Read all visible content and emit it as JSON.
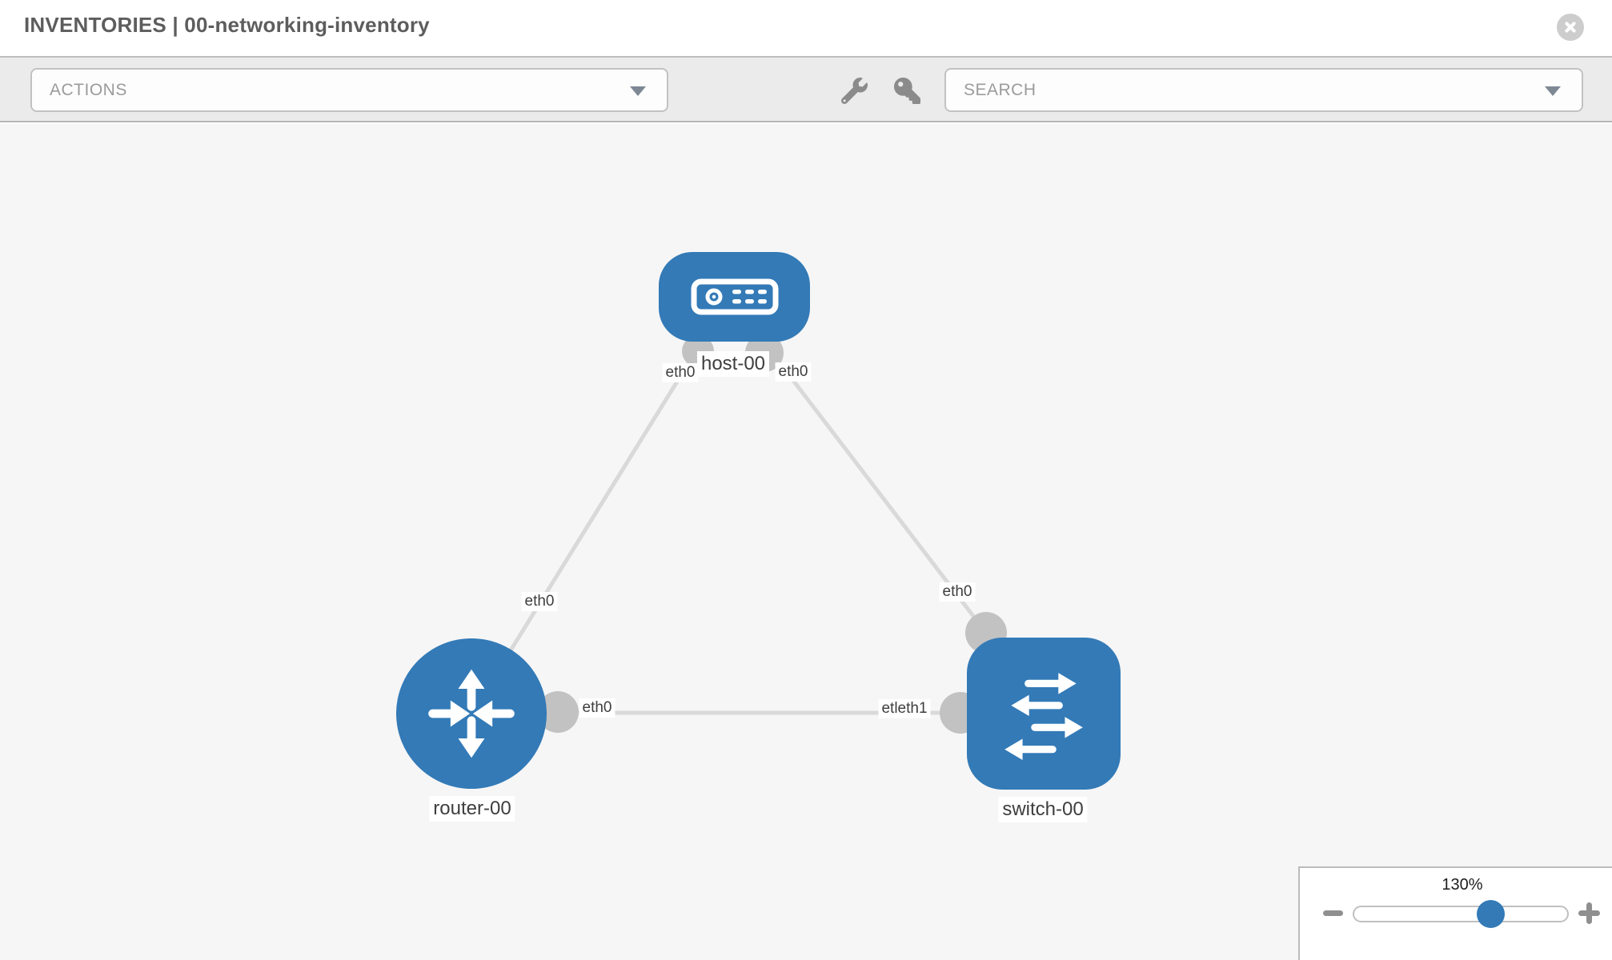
{
  "header": {
    "title": "INVENTORIES | 00-networking-inventory"
  },
  "toolbar": {
    "actions": {
      "placeholder": "ACTIONS"
    },
    "search": {
      "placeholder": "SEARCH"
    }
  },
  "icons": {
    "close": "x-circle-icon",
    "wrench": "wrench-icon",
    "key": "key-icon",
    "actions_caret": "chevron-down-icon",
    "search_caret": "chevron-down-icon",
    "zoom_minus": "minus-icon",
    "zoom_plus": "plus-icon"
  },
  "topology": {
    "nodes": [
      {
        "id": "host-00",
        "type": "host",
        "label": "host-00"
      },
      {
        "id": "router-00",
        "type": "router",
        "label": "router-00"
      },
      {
        "id": "switch-00",
        "type": "switch",
        "label": "switch-00"
      }
    ],
    "links": [
      {
        "from": "host-00",
        "to": "router-00"
      },
      {
        "from": "host-00",
        "to": "switch-00"
      },
      {
        "from": "router-00",
        "to": "switch-00"
      }
    ],
    "labels": {
      "host_label": "host-00",
      "host_if_left": "eth0",
      "host_if_right": "eth0",
      "router_label": "router-00",
      "router_if_top": "eth0",
      "router_if_right": "eth0",
      "switch_label": "switch-00",
      "switch_if_top": "eth0",
      "switch_if_left": "etleth1"
    }
  },
  "zoom_control": {
    "level": "130%",
    "slider_position_pct": 64
  },
  "colors": {
    "node_blue": "#337ab7",
    "link_gray": "#d9d9d9",
    "connector_gray": "#c2c2c2",
    "canvas_bg": "#f6f6f6",
    "toolbar_bg": "#ebebeb",
    "title_text": "#5d5d5d",
    "placeholder_text": "#9b9b9b"
  }
}
